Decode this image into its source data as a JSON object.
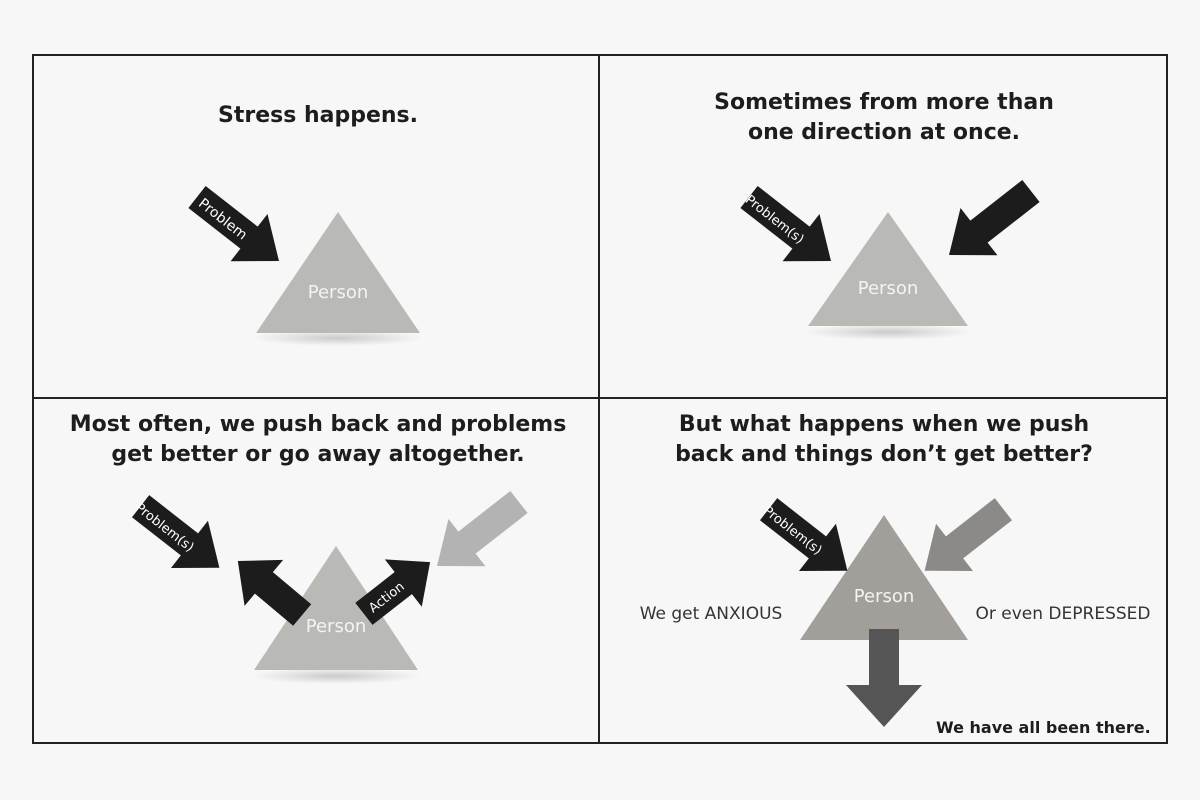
{
  "panels": [
    {
      "title": "Stress happens.",
      "person": "Person",
      "arrow_labels": [
        "Problem"
      ]
    },
    {
      "title": "Sometimes from more than\none direction at once.",
      "person": "Person",
      "arrow_labels": [
        "Problem(s)"
      ]
    },
    {
      "title": "Most often, we push back and problems\nget better or go away altogether.",
      "person": "Person",
      "arrow_labels": [
        "Problem(s)",
        "Action"
      ]
    },
    {
      "title": "But what happens when we push\nback and things don’t get better?",
      "person": "Person",
      "arrow_labels": [
        "Problem(s)"
      ],
      "left_text": "We get ANXIOUS",
      "right_text": "Or even DEPRESSED",
      "footer": "We have all been there."
    }
  ],
  "colors": {
    "triangle": "#b9b9b6",
    "triangle_dark": "#a29f9a",
    "arrow_dark": "#1c1c1c",
    "arrow_gray": "#b3b3b3",
    "arrow_mid": "#8c8a86",
    "arrow_down": "#555555"
  }
}
